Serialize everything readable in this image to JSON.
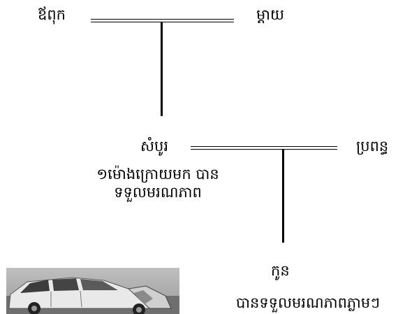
{
  "tree": {
    "father": "ឪពុក",
    "mother": "ម្ដាយ",
    "sombo": {
      "name": "សំបូរ",
      "note_line1": "១ម៉ោងក្រោយមក បាន",
      "note_line2": "ទទួលមរណភាព"
    },
    "wife": "ប្រពន្ធ",
    "child": {
      "name": "កូន",
      "note": "បានទទួលមរណភាពភ្លាមៗ"
    }
  },
  "photo": {
    "description_icon": "car-crash-photo"
  }
}
